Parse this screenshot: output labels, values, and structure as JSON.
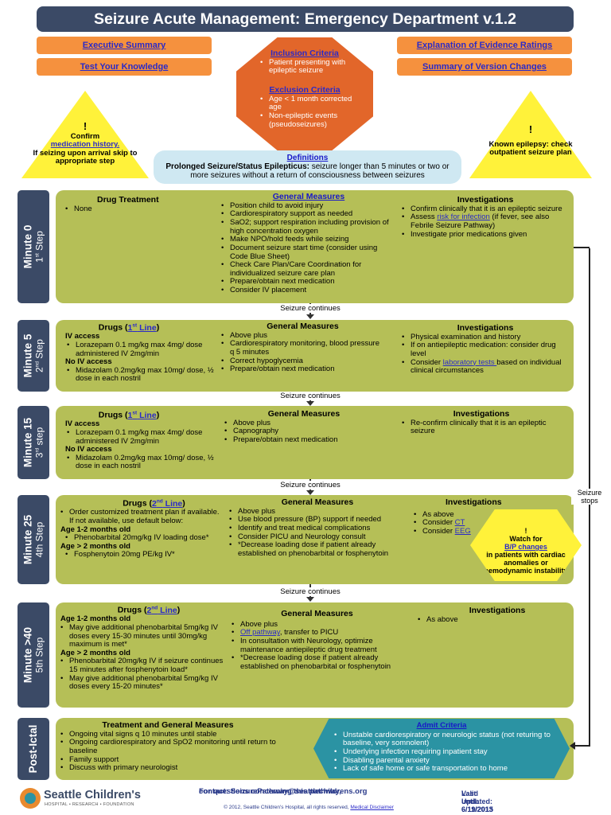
{
  "title": "Seizure Acute Management: Emergency Department v.1.2",
  "nav": {
    "exec": "Executive Summary",
    "test": "Test Your Knowledge",
    "evidence": "Explanation of Evidence Ratings",
    "versions": "Summary of Version Changes"
  },
  "criteria": {
    "incl_title": "Inclusion Criteria",
    "incl_items": [
      "Patient presenting with epileptic seizure"
    ],
    "excl_title": "Exclusion Criteria",
    "excl_items": [
      "Age < 1 month corrected age",
      "Non-epileptic events (pseudoseizures)"
    ]
  },
  "warn_left": {
    "mark": "!",
    "l1": "Confirm",
    "link": "medication history.",
    "l2": "If seizing upon arrival skip to appropriate step"
  },
  "warn_right": {
    "mark": "!",
    "text": "Known epilepsy: check outpatient seizure plan"
  },
  "defs": {
    "title": "Definitions",
    "term": "Prolonged Seizure/Status Epilepticus:",
    "text": " seizure longer than 5 minutes or two or more seizures without a return of consciousness between seizures"
  },
  "seizure_continues": "Seizure continues",
  "seizure_stops": "Seizure stops",
  "s0": {
    "minute": "Minute 0",
    "step_n": "1",
    "step_sup": "st",
    "step_w": " Step",
    "drug_h": "Drug Treatment",
    "drug_items": [
      "None"
    ],
    "gm_h": "General Measures",
    "gm_items": [
      "Position child to avoid injury",
      "Cardiorespiratory support as needed",
      "SaO2; support respiration including provision of high concentration oxygen",
      "Make NPO/hold feeds while seizing",
      "Document seizure start time (consider using Code Blue Sheet)",
      "Check Care Plan/Care Coordination for individualized seizure care plan",
      "Prepare/obtain next medication",
      "Consider IV placement"
    ],
    "inv_h": "Investigations",
    "inv_1": "Confirm clinically that it is an epileptic seizure",
    "inv_2a": "Assess ",
    "inv_2link": "risk for infection",
    "inv_2b": " (if fever, see also Febrile Seizure Pathway)",
    "inv_3": "Investigate prior medications given"
  },
  "s5": {
    "minute": "Minute 5",
    "step_n": "2",
    "step_sup": "nd",
    "step_w": " Step",
    "drug_h": "Drugs (",
    "drug_link": "1",
    "drug_sup": "st",
    "drug_link2": " Line",
    "drug_close": ")",
    "iv": "IV access",
    "iv_item": "Lorazepam 0.1 mg/kg max 4mg/ dose administered IV 2mg/min",
    "noiv": "No IV access",
    "noiv_item": "Midazolam 0.2mg/kg max 10mg/ dose, ½ dose in each nostril",
    "gm_h": "General Measures",
    "gm_items": [
      "Above plus",
      "Cardiorespiratory monitoring, blood pressure q 5 minutes",
      "Correct hypoglycemia",
      "Prepare/obtain next medication"
    ],
    "inv_h": "Investigations",
    "inv_1": "Physical examination and history",
    "inv_2": "If on antiepileptic medication: consider drug level",
    "inv_3a": "Consider ",
    "inv_3link": "laboratory tests ",
    "inv_3b": "based on individual clinical circumstances"
  },
  "s15": {
    "minute": "Minute 15",
    "step_n": "3",
    "step_sup": "rd",
    "step_w": " step",
    "drug_h": "Drugs (",
    "drug_link": "1",
    "drug_sup": "st",
    "drug_link2": " Line",
    "drug_close": ")",
    "iv": "IV access",
    "iv_item": "Lorazepam 0.1 mg/kg max 4mg/ dose administered IV 2mg/min",
    "noiv": "No IV access",
    "noiv_item": "Midazolam 0.2mg/kg max 10mg/ dose, ½ dose in each nostril",
    "gm_h": "General Measures",
    "gm_items": [
      "Above plus",
      "Capnography",
      "Prepare/obtain next medication"
    ],
    "inv_h": "Investigations",
    "inv_items": [
      "Re-confirm clinically that it is an epileptic seizure"
    ]
  },
  "s25": {
    "minute": "Minute 25",
    "step_w": "4th Step",
    "drug_h": "Drugs (",
    "drug_link": "2",
    "drug_sup": "nd",
    "drug_link2": " Line",
    "drug_close": ")",
    "order": "Order customized treatment plan if available. If not available, use default below:",
    "age1": "Age 1-2 months old",
    "age1_item": "Phenobarbital 20mg/kg IV loading dose*",
    "age2": "Age > 2 months old",
    "age2_item": "Fosphenytoin 20mg PE/kg IV*",
    "gm_h": "General Measures",
    "gm_items": [
      "Above plus",
      "Use blood pressure (BP) support if needed",
      "Identify and treat medical complications",
      "Consider PICU and Neurology consult",
      "*Decrease loading dose if patient already established on phenobarbital or fosphenytoin"
    ],
    "inv_h": "Investigations",
    "inv_1": "As above",
    "inv_2a": "Consider ",
    "inv_2link": "CT",
    "inv_3a": "Consider ",
    "inv_3link": "EEG",
    "watch": {
      "mark": "!",
      "l1": "Watch for",
      "link": "B/P changes",
      "l2": "in patients with cardiac anomalies or hemodynamic instability"
    }
  },
  "s40": {
    "minute": "Minute >40",
    "step_w": "5th Step",
    "drug_h": "Drugs (",
    "drug_link": "2",
    "drug_sup": "nd",
    "drug_link2": " Line",
    "drug_close": ")",
    "age1": "Age 1-2 months old",
    "age1_item": "May give additional phenobarbital 5mg/kg IV doses every 15-30 minutes until 30mg/kg maximum is met*",
    "age2": "Age > 2 months old",
    "age2_items": [
      "Phenobarbital 20mg/kg IV if seizure continues 15 minutes after fosphenytoin load*",
      "May give additional phenobarbital 5mg/kg IV doses every 15-20 minutes*"
    ],
    "gm_h": "General Measures",
    "gm_1": "Above plus",
    "gm_2link": "Off pathway",
    "gm_2b": ", transfer to PICU",
    "gm_3": "In consultation with Neurology, optimize maintenance antiepileptic drug treatment",
    "gm_4": "*Decrease loading dose if patient already established on phenobarbital or fosphenytoin",
    "inv_h": "Investigations",
    "inv_items": [
      "As above"
    ]
  },
  "post": {
    "label": "Post-Ictal",
    "h": "Treatment and General Measures",
    "items": [
      "Ongoing vital signs q 10 minutes until stable",
      "Ongoing cardiorespiratory and SpO2 monitoring until return to baseline",
      "Family support",
      "Discuss with primary neurologist"
    ],
    "admit_h": "Admit Criteria",
    "admit_items": [
      "Unstable cardiorespiratory or neurologic status (not returing to baseline, very somnolent)",
      "Underlying infection requiring inpatient stay",
      "Disabling parental anxiety",
      "Lack of safe home or safe transportation to home"
    ]
  },
  "footer": {
    "logo_name": "Seattle Children's",
    "logo_sub": "HOSPITAL • RESEARCH • FOUNDATION",
    "q1": "For questions concerning this pathway,",
    "q2": "contact: SeizurePathway@seattlechildrens.org",
    "copy": "© 2012, Seattle Children's Hospital, all rights reserved, ",
    "disclaimer": "Medical Disclaimer",
    "updated": "Last Updated: 6/11/2013",
    "valid": "Valid until: 6/19/2015"
  },
  "colors": {
    "navy": "#3b4a66",
    "green": "#b5bf57",
    "orange": "#f5913e",
    "octagon": "#e2662a",
    "yellow": "#fff23a",
    "teal": "#2b93a3",
    "link": "#2a2ac8"
  }
}
